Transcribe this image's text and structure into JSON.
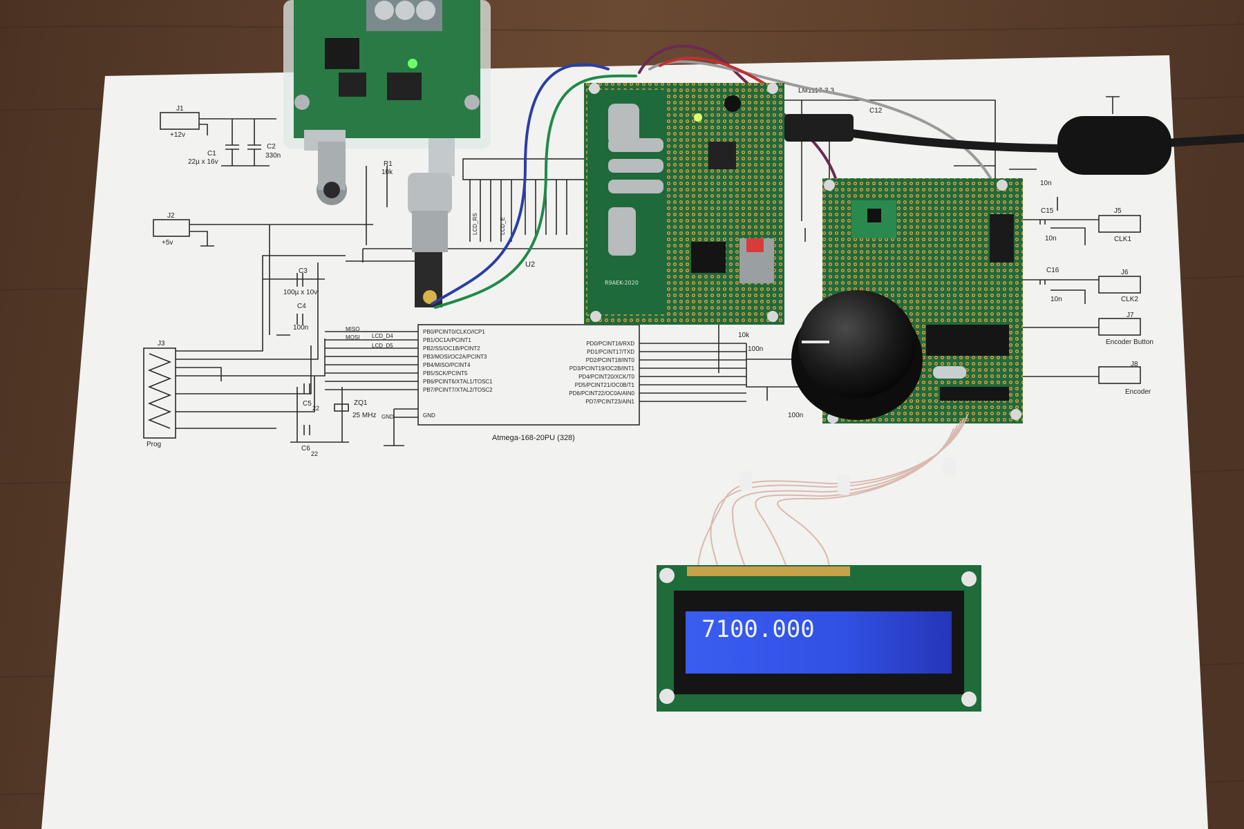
{
  "colors": {
    "desk": "#5a3e2b",
    "paper": "#f2f2f0",
    "pcb_green": "#1f6b3a",
    "lcd_blue": "#2f4fe0",
    "lcd_text": "#eef3ff",
    "knob": "#151515",
    "cable": "#1a1a1a"
  },
  "schematic": {
    "j1": "J1",
    "j1_v": "+12v",
    "c1": "C1",
    "c1_v": "22µ x 16v",
    "c2": "C2",
    "c2_v": "330n",
    "j2": "J2",
    "j2_v": "+5v",
    "c3": "C3",
    "c3_v": "100µ x 10v",
    "c4": "C4",
    "c4_v": "100n",
    "j3": "J3",
    "prog": "Prog",
    "r1": "R1",
    "r1_v": "10k",
    "u2": "U2",
    "mcu": "Atmega-168-20PU (328)",
    "c5": "C5",
    "c5_v": "22",
    "c6": "C6",
    "c6_v": "22",
    "zq1": "ZQ1",
    "zq1_v": "25 MHz",
    "miso": "MISO",
    "mosi": "MOSI",
    "lcd_d4": "LCD_D4",
    "lcd_d5": "LCD_D5",
    "lcd_rs": "LCD_RS",
    "lcd_e": "LCD_E",
    "pins_b": [
      "PB0/PCINT0/CLKO/ICP1",
      "PB1/OC1A/PCINT1",
      "PB2/SS/OC1B/PCINT2",
      "PB3/MOSI/OC2A/PCINT3",
      "PB4/MISO/PCINT4",
      "PB5/SCK/PCINT5",
      "PB6/PCINT6/XTAL1/TOSC1",
      "PB7/PCINT7/XTAL2/TOSC2"
    ],
    "gnd": "GND",
    "pins_d": [
      "PD0/PCINT16/RXD",
      "PD1/PCINT17/TXD",
      "PD2/PCINT18/INT0",
      "PD3/PCINT19/OC2B/INT1",
      "PD4/PCINT20/XCK/T0",
      "PD5/PCINT21/OC0B/T1",
      "PD6/PCINT22/OC0A/AIN0",
      "PD7/PCINT23/AIN1"
    ],
    "reg": "LM1117-3.3",
    "c12": "C12",
    "c15": "C15",
    "c16": "C16",
    "cap_10n": "10n",
    "j5": "J5",
    "clk1": "CLK1",
    "j6": "J6",
    "clk2": "CLK2",
    "j7": "J7",
    "enc_btn": "Encoder Button",
    "j8": "J8",
    "encoder": "Encoder",
    "k10": "10k",
    "n100": "100n",
    "board_mark": "R9AEK-2020"
  },
  "lcd": {
    "text": "7100.000"
  }
}
